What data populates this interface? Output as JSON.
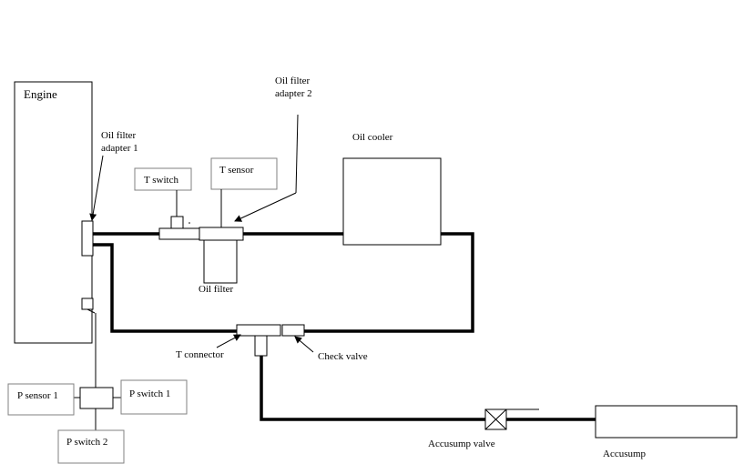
{
  "labels": {
    "engine": "Engine",
    "oil_filter_adapter_1": [
      "Oil filter",
      "adapter 1"
    ],
    "oil_filter_adapter_2": [
      "Oil filter",
      "adapter 2"
    ],
    "t_switch": "T switch",
    "t_sensor": "T sensor",
    "oil_filter": "Oil filter",
    "oil_cooler": "Oil cooler",
    "t_connector": "T connector",
    "check_valve": "Check valve",
    "p_sensor_1": "P sensor 1",
    "p_switch_1": "P switch 1",
    "p_switch_2": "P switch 2",
    "accusump_valve": "Accusump valve",
    "accusump": "Accusump"
  }
}
